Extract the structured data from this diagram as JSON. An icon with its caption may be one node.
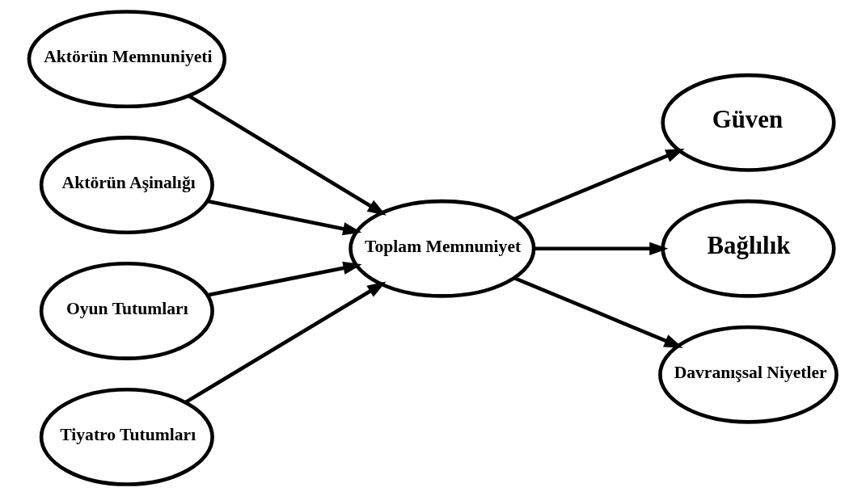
{
  "diagram": {
    "nodes": [
      {
        "text": [
          "Aktörün Memnuniyeti"
        ]
      },
      {
        "text": [
          "Aktörün Aşinalığı"
        ]
      },
      {
        "text": [
          "Oyun Tutumları"
        ]
      },
      {
        "text": [
          "Tiyatro Tutumları"
        ]
      },
      {
        "text": [
          "Toplam Memnuniyet"
        ]
      },
      {
        "text": [
          "Güven"
        ]
      },
      {
        "text": [
          "Bağlılık"
        ]
      },
      {
        "text": [
          "Davranışsal Niyetler"
        ]
      }
    ],
    "edges": [
      {
        "from": 0,
        "to": 4,
        "arrow": "to"
      },
      {
        "from": 1,
        "to": 4,
        "arrow": "to"
      },
      {
        "from": 2,
        "to": 4,
        "arrow": "to"
      },
      {
        "from": 3,
        "to": 4,
        "arrow": "to"
      },
      {
        "from": 4,
        "to": 5,
        "arrow": "to"
      },
      {
        "from": 4,
        "to": 6,
        "arrow": "to"
      },
      {
        "from": 4,
        "to": 7,
        "arrow": "to"
      }
    ]
  }
}
